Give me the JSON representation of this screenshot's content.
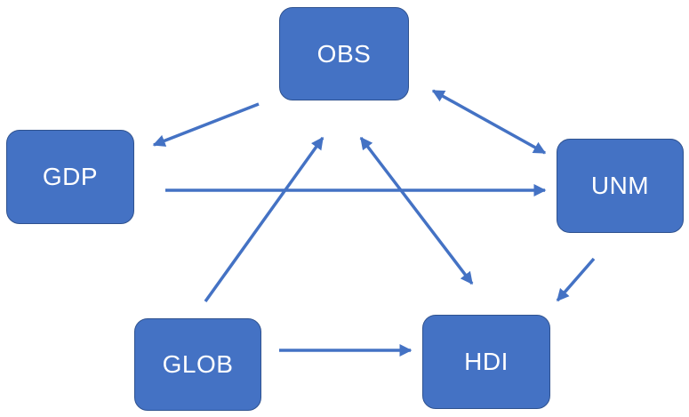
{
  "nodes": {
    "obs": {
      "label": "OBS"
    },
    "gdp": {
      "label": "GDP"
    },
    "unm": {
      "label": "UNM"
    },
    "glob": {
      "label": "GLOB"
    },
    "hdi": {
      "label": "HDI"
    }
  },
  "edges": [
    {
      "from": "OBS",
      "to": "GDP",
      "direction": "forward"
    },
    {
      "from": "GDP",
      "to": "UNM",
      "direction": "forward"
    },
    {
      "from": "OBS",
      "to": "UNM",
      "direction": "both"
    },
    {
      "from": "GLOB",
      "to": "OBS",
      "direction": "forward"
    },
    {
      "from": "OBS",
      "to": "HDI",
      "direction": "both"
    },
    {
      "from": "UNM",
      "to": "HDI",
      "direction": "forward"
    },
    {
      "from": "GLOB",
      "to": "HDI",
      "direction": "forward"
    }
  ],
  "colors": {
    "node_fill": "#4472c4",
    "node_border": "#2f528f",
    "node_text": "#ffffff",
    "arrow": "#4472c4"
  }
}
